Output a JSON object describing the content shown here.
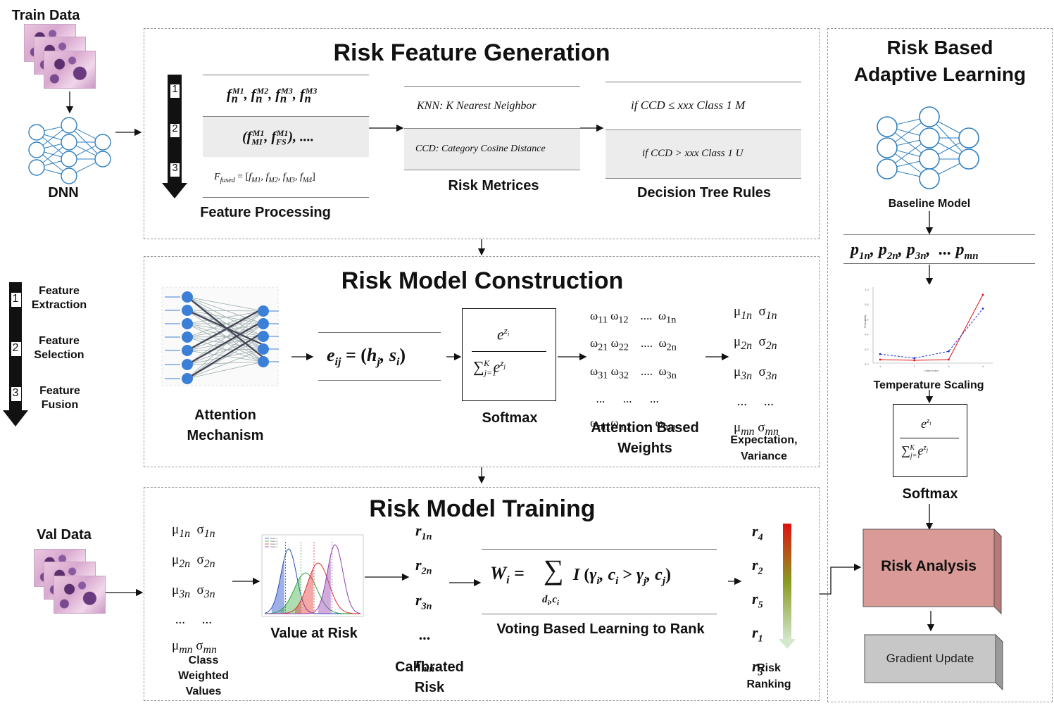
{
  "left": {
    "train_data": "Train Data",
    "dnn": "DNN",
    "val_data": "Val Data",
    "legend": {
      "nums": [
        "1",
        "2",
        "3"
      ],
      "items": [
        "Feature Extraction",
        "Feature Selection",
        "Feature Fusion"
      ]
    }
  },
  "feature_gen": {
    "title": "Risk Feature Generation",
    "steps": [
      "1",
      "2",
      "3"
    ],
    "fp_label": "Feature Processing",
    "rm_label": "Risk Metrices",
    "rm_row1": "KNN: K Nearest Neighbor",
    "rm_row2": "CCD: Category Cosine Distance",
    "dt_label": "Decision Tree Rules",
    "dt_row1": "if CCD ≤ xxx Class 1 M",
    "dt_row2": "if CCD > xxx Class 1 U"
  },
  "construction": {
    "title": "Risk Model Construction",
    "attention_label": "Attention Mechanism",
    "softmax_label": "Softmax",
    "weights_label": "Attention Based Weights",
    "expvar_label": "Expectation, Variance"
  },
  "training": {
    "title": "Risk Model Training",
    "cwv_label": "Class Weighted Values",
    "var_label": "Value at Risk",
    "cal_label": "Calibrated Risk",
    "vote_label": "Voting Based Learning to Rank",
    "rank_label": "Risk Ranking",
    "chart_legend": [
      "Class 1",
      "Class 2",
      "Class 3",
      "Class 4"
    ]
  },
  "adaptive": {
    "title_line1": "Risk Based",
    "title_line2": "Adaptive Learning",
    "baseline_label": "Baseline Model",
    "temp_label": "Temperature Scaling",
    "softmax_label": "Softmax",
    "risk_analysis": "Risk Analysis",
    "gradient_update": "Gradient Update",
    "temp_chart": {
      "ylabel": "Probability",
      "xlabel": "Class Index",
      "yticks": [
        "1.0",
        "0.8",
        "0.6",
        "0.4",
        "0.2",
        "0.0"
      ],
      "xticks": [
        "1",
        "2",
        "3",
        "4"
      ]
    }
  },
  "colors": {
    "risk_analysis": "#d99a98",
    "gradient_update": "#c7c7c7",
    "neuron": "#2f7fc0",
    "attention_node": "#3c7fd6"
  }
}
